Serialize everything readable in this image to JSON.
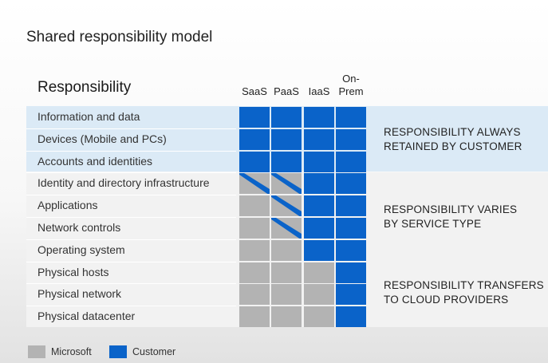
{
  "title": "Shared responsibility model",
  "heading": "Responsibility",
  "columns": [
    "SaaS",
    "PaaS",
    "IaaS",
    "On-\nPrem"
  ],
  "rows": [
    {
      "label": "Information and data",
      "cells": [
        "C",
        "C",
        "C",
        "C"
      ]
    },
    {
      "label": "Devices (Mobile and PCs)",
      "cells": [
        "C",
        "C",
        "C",
        "C"
      ]
    },
    {
      "label": "Accounts and identities",
      "cells": [
        "C",
        "C",
        "C",
        "C"
      ]
    },
    {
      "label": "Identity and directory infrastructure",
      "cells": [
        "S",
        "S",
        "C",
        "C"
      ]
    },
    {
      "label": "Applications",
      "cells": [
        "M",
        "S",
        "C",
        "C"
      ]
    },
    {
      "label": "Network controls",
      "cells": [
        "M",
        "S",
        "C",
        "C"
      ]
    },
    {
      "label": "Operating system",
      "cells": [
        "M",
        "M",
        "C",
        "C"
      ]
    },
    {
      "label": "Physical hosts",
      "cells": [
        "M",
        "M",
        "M",
        "C"
      ]
    },
    {
      "label": "Physical network",
      "cells": [
        "M",
        "M",
        "M",
        "C"
      ]
    },
    {
      "label": "Physical datacenter",
      "cells": [
        "M",
        "M",
        "M",
        "C"
      ]
    }
  ],
  "groups": [
    {
      "label": "RESPONSIBILITY ALWAYS\nRETAINED BY CUSTOMER"
    },
    {
      "label": "RESPONSIBILITY VARIES\nBY SERVICE TYPE"
    },
    {
      "label": "RESPONSIBILITY TRANSFERS\nTO CLOUD PROVIDERS"
    }
  ],
  "legend": [
    {
      "label": "Microsoft",
      "color": "#b3b3b3"
    },
    {
      "label": "Customer",
      "color": "#0a63c9"
    }
  ],
  "colors": {
    "customer": "#0a63c9",
    "microsoft": "#b3b3b3"
  }
}
